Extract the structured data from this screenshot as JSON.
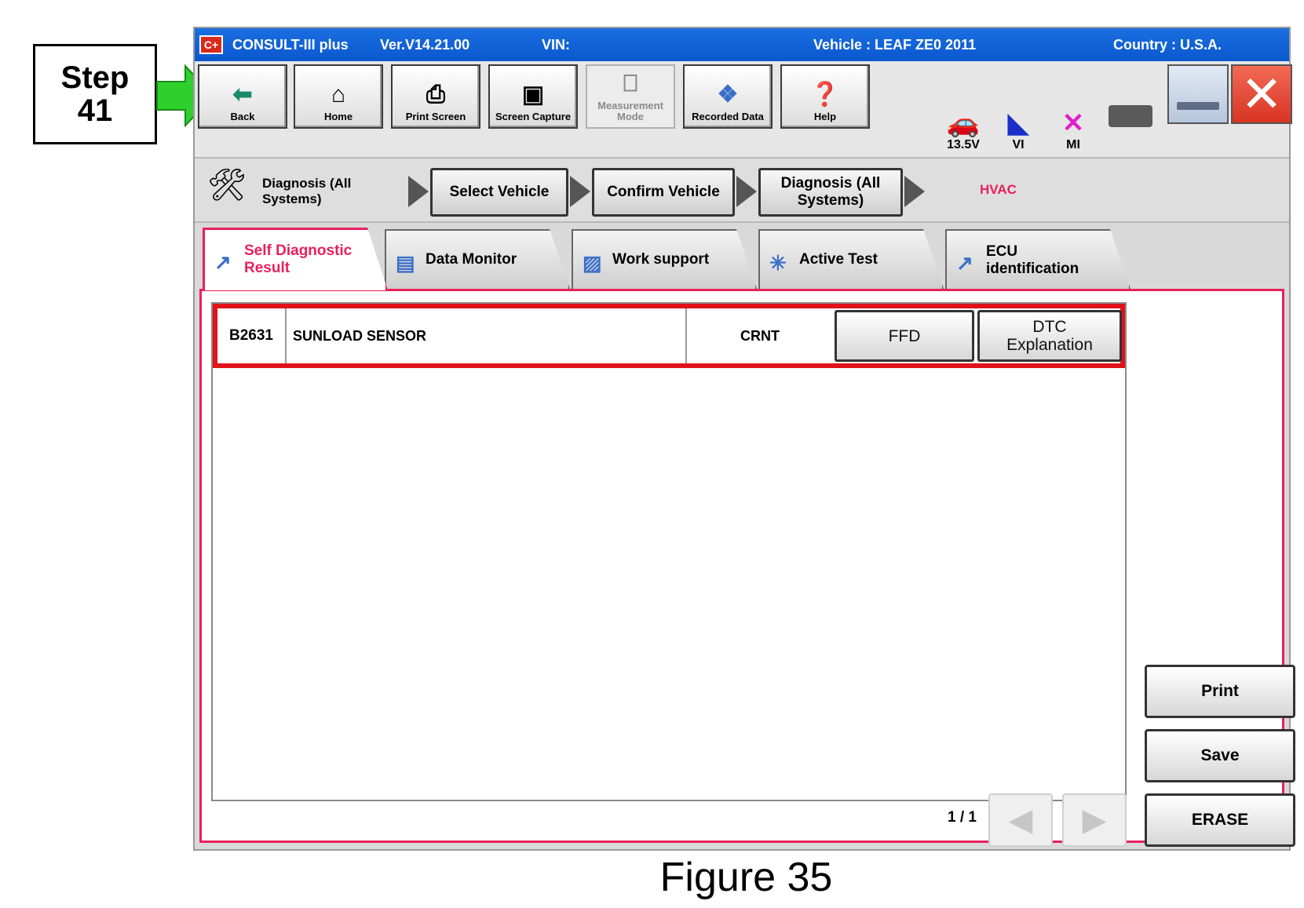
{
  "step": {
    "label": "Step",
    "number": "41"
  },
  "title": {
    "logo": "C+",
    "app": "CONSULT-III plus",
    "version": "Ver.V14.21.00",
    "vin": "VIN:",
    "vehicle": "Vehicle : LEAF ZE0 2011",
    "country": "Country : U.S.A."
  },
  "toolbar": {
    "back": "Back",
    "home": "Home",
    "print_screen": "Print Screen",
    "screen_capture": "Screen Capture",
    "measurement_mode": "Measurement Mode",
    "recorded_data": "Recorded Data",
    "help": "Help",
    "voltage": "13.5V",
    "vi": "VI",
    "mi": "MI"
  },
  "breadcrumb": {
    "section": "Diagnosis (All Systems)",
    "select_vehicle": "Select Vehicle",
    "confirm_vehicle": "Confirm Vehicle",
    "diagnosis": "Diagnosis (All Systems)",
    "current": "HVAC"
  },
  "tabs": [
    {
      "label": "Self Diagnostic Result"
    },
    {
      "label": "Data Monitor"
    },
    {
      "label": "Work support"
    },
    {
      "label": "Active Test"
    },
    {
      "label": "ECU identification"
    }
  ],
  "dtc": {
    "code": "B2631",
    "description": "SUNLOAD SENSOR",
    "status": "CRNT",
    "ffd_button": "FFD",
    "explanation_button": "DTC Explanation"
  },
  "pager": {
    "text": "1 / 1"
  },
  "side_buttons": {
    "print": "Print",
    "save": "Save",
    "erase": "ERASE"
  },
  "caption": "Figure 35",
  "colors": {
    "accent": "#e8205c",
    "title_bar": "#0b57cf",
    "dtc_highlight": "#e0121a",
    "arrow": "#2ed12b"
  }
}
